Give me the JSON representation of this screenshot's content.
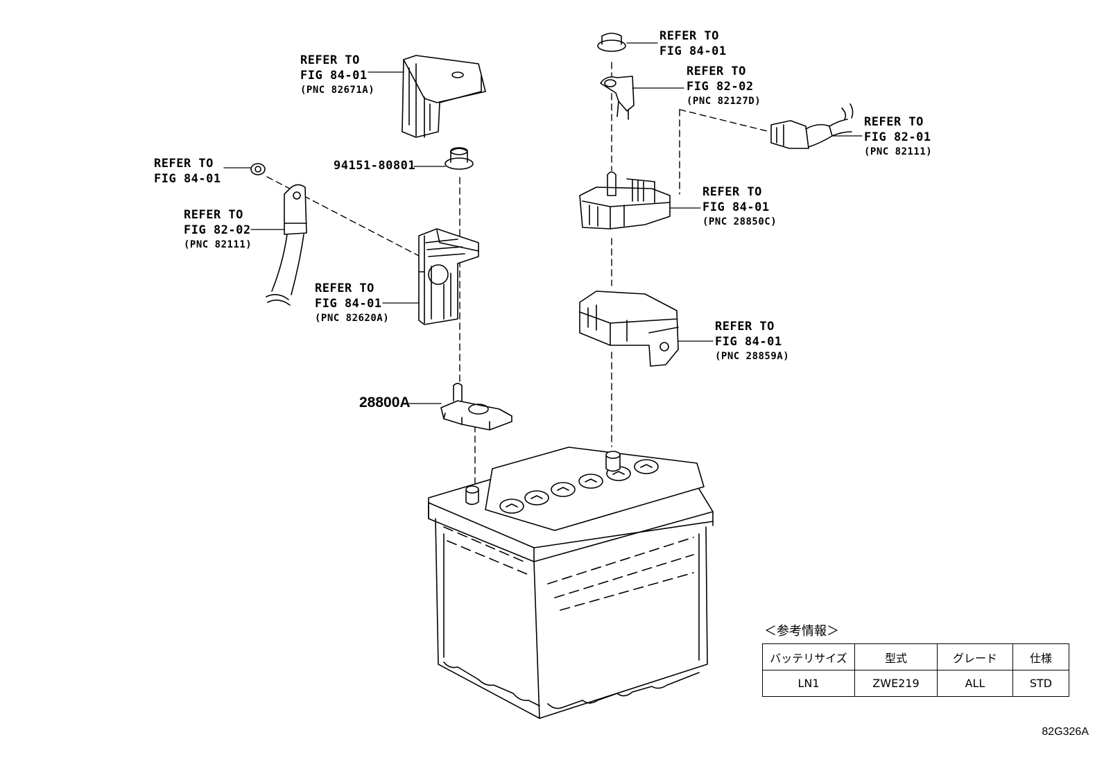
{
  "labels": {
    "clamp_cover": {
      "line1": "REFER TO",
      "line2": "FIG 84-01",
      "pnc": "(PNC 82671A)"
    },
    "bolt_left": {
      "line1": "REFER TO",
      "line2": "FIG 84-01"
    },
    "cable_left": {
      "line1": "REFER TO",
      "line2": "FIG 82-02",
      "pnc": "(PNC 82111)"
    },
    "part_94151": {
      "text": "94151-80801"
    },
    "holder_cover": {
      "line1": "REFER TO",
      "line2": "FIG 84-01",
      "pnc": "(PNC 82620A)"
    },
    "part_28800A": {
      "text": "28800A"
    },
    "nut_top": {
      "line1": "REFER TO",
      "line2": "FIG 84-01"
    },
    "terminal_top": {
      "line1": "REFER TO",
      "line2": "FIG 82-02",
      "pnc": "(PNC 82127D)"
    },
    "connector_right": {
      "line1": "REFER TO",
      "line2": "FIG 82-01",
      "pnc": "(PNC 82111)"
    },
    "sensor_right": {
      "line1": "REFER TO",
      "line2": "FIG 84-01",
      "pnc": "(PNC 28850C)"
    },
    "bracket_right": {
      "line1": "REFER TO",
      "line2": "FIG 84-01",
      "pnc": "(PNC 28859A)"
    }
  },
  "reference_info": {
    "title": "＜参考情報＞",
    "headers": [
      "バッテリサイズ",
      "型式",
      "グレード",
      "仕様"
    ],
    "row": [
      "LN1",
      "ZWE219",
      "ALL",
      "STD"
    ]
  },
  "figure_code": "82G326A"
}
